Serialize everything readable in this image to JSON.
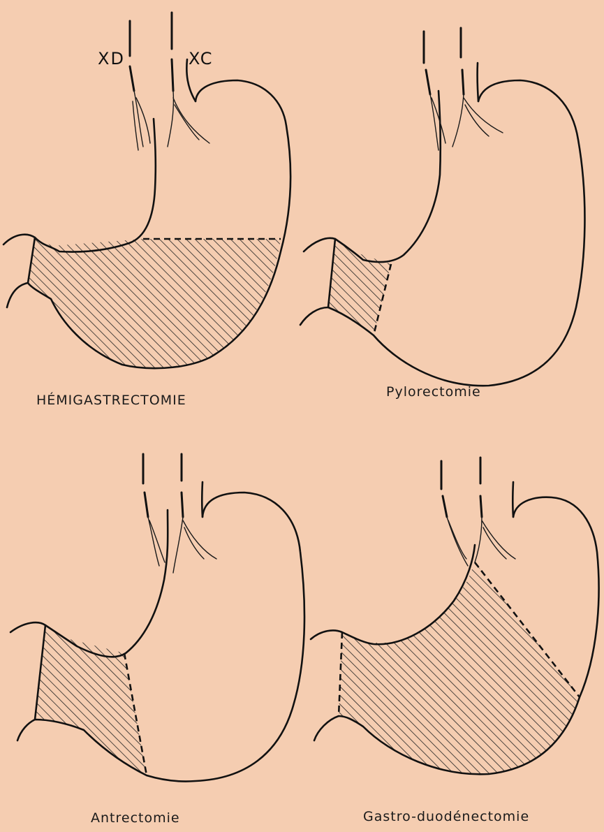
{
  "panels": [
    {
      "caption": "HÉMIGASTRECTOMIE",
      "nerve_left": "XD",
      "nerve_right": "XC"
    },
    {
      "caption": "Pylorectomie"
    },
    {
      "caption": "Antrectomie"
    },
    {
      "caption": "Gastro-duodénectomie"
    }
  ],
  "colors": {
    "background": "#f5cdb1",
    "ink": "#111111"
  }
}
